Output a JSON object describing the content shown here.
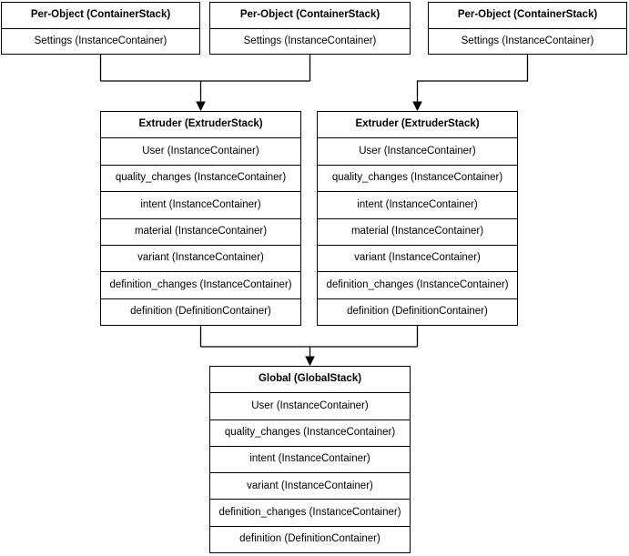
{
  "colors": {
    "border": "#000000",
    "fill": "#ffffff",
    "text": "#000000",
    "background": "#ffffff"
  },
  "stacks": {
    "per_object": [
      {
        "title": "Per-Object (ContainerStack)",
        "rows": [
          "Settings (InstanceContainer)"
        ]
      },
      {
        "title": "Per-Object (ContainerStack)",
        "rows": [
          "Settings (InstanceContainer)"
        ]
      },
      {
        "title": "Per-Object (ContainerStack)",
        "rows": [
          "Settings (InstanceContainer)"
        ]
      }
    ],
    "extruders": [
      {
        "title": "Extruder (ExtruderStack)",
        "rows": [
          "User (InstanceContainer)",
          "quality_changes (InstanceContainer)",
          "intent (InstanceContainer)",
          "material (InstanceContainer)",
          "variant (InstanceContainer)",
          "definition_changes (InstanceContainer)",
          "definition (DefinitionContainer)"
        ]
      },
      {
        "title": "Extruder (ExtruderStack)",
        "rows": [
          "User (InstanceContainer)",
          "quality_changes (InstanceContainer)",
          "intent (InstanceContainer)",
          "material (InstanceContainer)",
          "variant (InstanceContainer)",
          "definition_changes (InstanceContainer)",
          "definition (DefinitionContainer)"
        ]
      }
    ],
    "global": {
      "title": "Global (GlobalStack)",
      "rows": [
        "User (InstanceContainer)",
        "quality_changes (InstanceContainer)",
        "intent (InstanceContainer)",
        "variant (InstanceContainer)",
        "definition_changes (InstanceContainer)",
        "definition (DefinitionContainer)"
      ]
    }
  },
  "edges": [
    {
      "from": "per-object-stack-1",
      "to": "extruder-stack-1",
      "arrow": "down"
    },
    {
      "from": "per-object-stack-2",
      "to": "extruder-stack-1",
      "arrow": "down"
    },
    {
      "from": "per-object-stack-3",
      "to": "extruder-stack-2",
      "arrow": "down"
    },
    {
      "from": "extruder-stack-1",
      "to": "global-stack",
      "arrow": "down"
    },
    {
      "from": "extruder-stack-2",
      "to": "global-stack",
      "arrow": "down"
    }
  ]
}
